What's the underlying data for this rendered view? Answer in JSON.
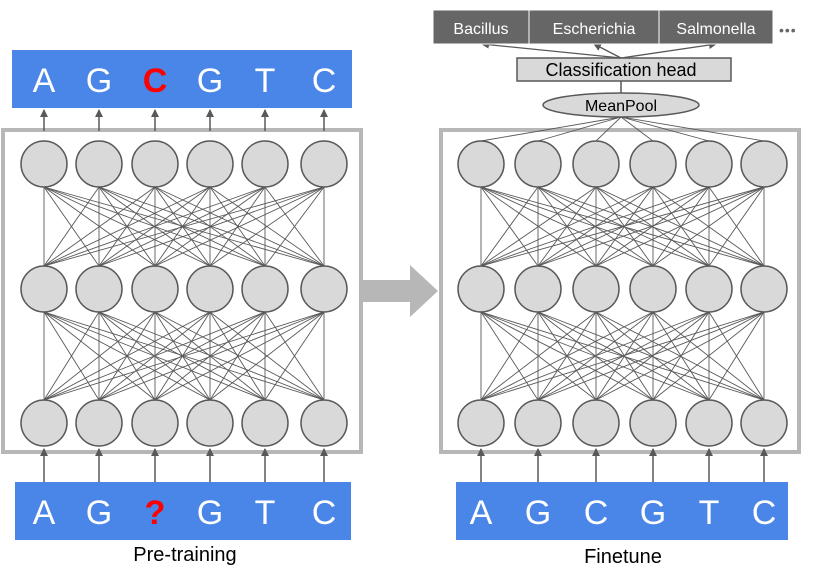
{
  "pretraining": {
    "output_tokens": [
      {
        "text": "A",
        "highlight": false
      },
      {
        "text": "G",
        "highlight": false
      },
      {
        "text": "C",
        "highlight": true
      },
      {
        "text": "G",
        "highlight": false
      },
      {
        "text": "T",
        "highlight": false
      },
      {
        "text": "C",
        "highlight": false
      }
    ],
    "input_tokens": [
      {
        "text": "A",
        "highlight": false
      },
      {
        "text": "G",
        "highlight": false
      },
      {
        "text": "?",
        "highlight": true
      },
      {
        "text": "G",
        "highlight": false
      },
      {
        "text": "T",
        "highlight": false
      },
      {
        "text": "C",
        "highlight": false
      }
    ],
    "caption": "Pre-training"
  },
  "finetune": {
    "input_tokens": [
      {
        "text": "A",
        "highlight": false
      },
      {
        "text": "G",
        "highlight": false
      },
      {
        "text": "C",
        "highlight": false
      },
      {
        "text": "G",
        "highlight": false
      },
      {
        "text": "T",
        "highlight": false
      },
      {
        "text": "C",
        "highlight": false
      }
    ],
    "caption": "Finetune",
    "meanpool_label": "MeanPool",
    "classification_head_label": "Classification head",
    "classes": [
      "Bacillus",
      "Escherichia",
      "Salmonella"
    ],
    "more_indicator": "•••"
  },
  "colors": {
    "token_bar": "#4a86e8",
    "token_text": "#ffffff",
    "highlight_text": "#ff0000",
    "node_fill": "#d9d9d9",
    "node_stroke": "#595959",
    "edge": "#595959",
    "frame": "#b7b7b7",
    "arrow": "#b7b7b7",
    "class_box": "#666666",
    "class_text": "#ffffff",
    "caption": "#000000"
  }
}
